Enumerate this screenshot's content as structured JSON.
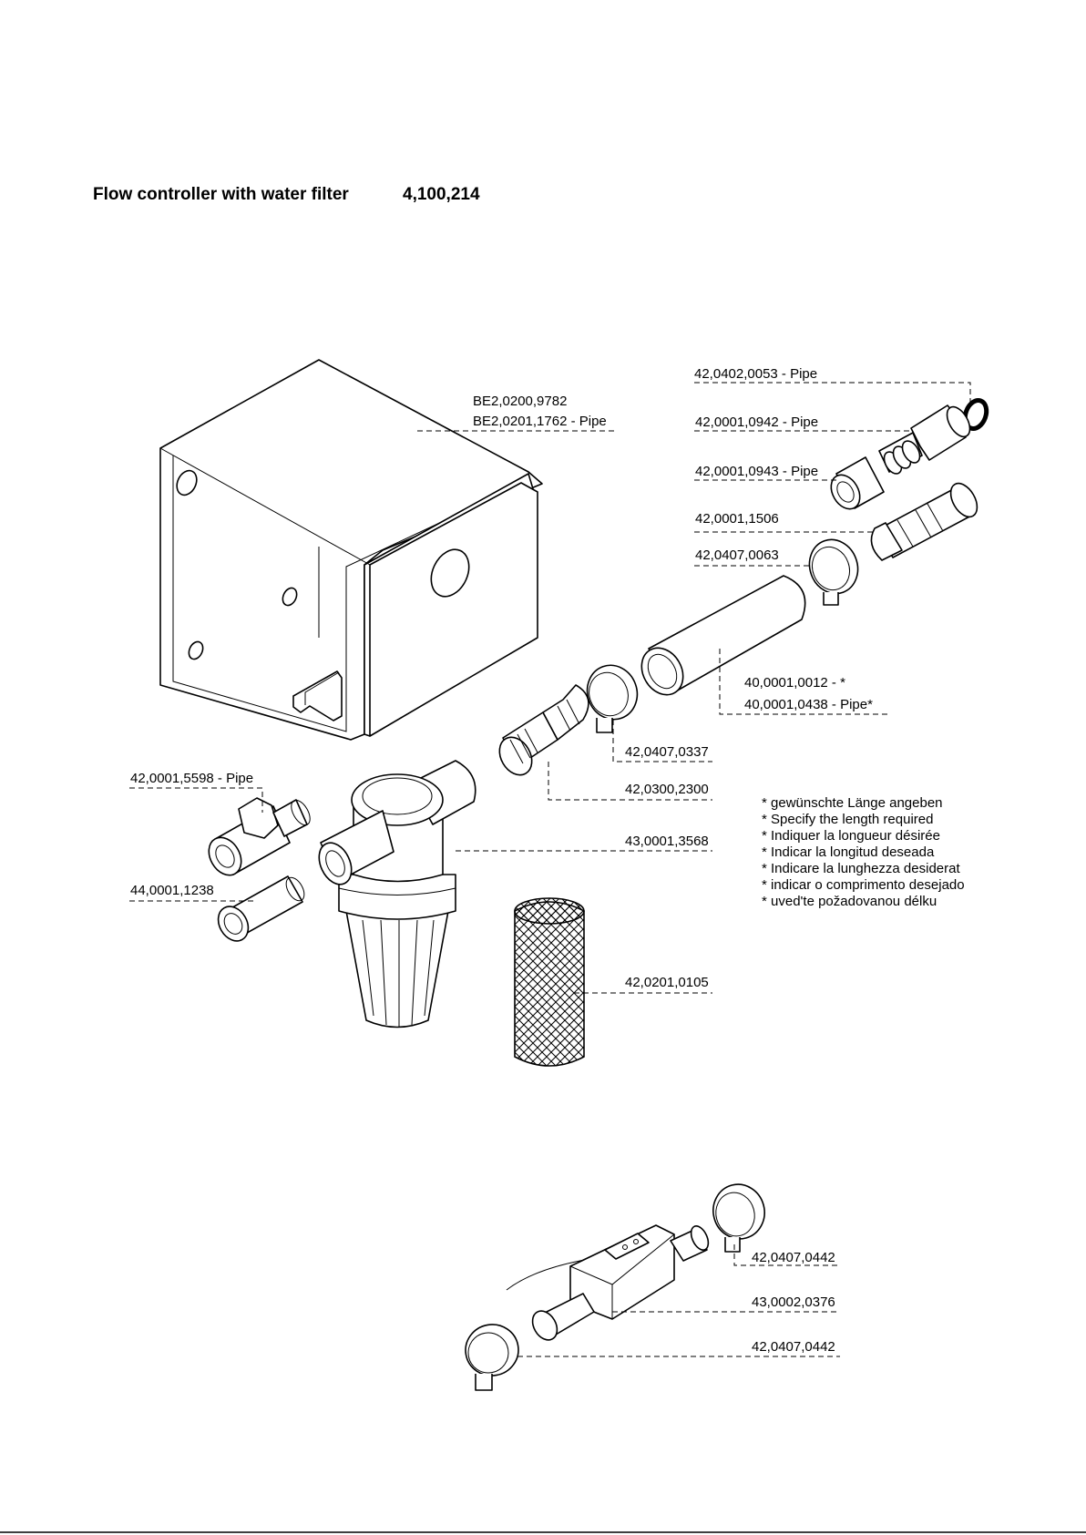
{
  "title": {
    "name": "Flow controller with water filter",
    "number": "4,100,214"
  },
  "labels": {
    "bracket_a": "BE2,0200,9782",
    "bracket_b": "BE2,0201,1762 - Pipe",
    "oring": "42,0402,0053 - Pipe",
    "nipple": "42,0001,0942 - Pipe",
    "nut": "42,0001,0943 - Pipe",
    "connector": "42,0001,1506",
    "clamp_upper": "42,0407,0063",
    "hose_a": "40,0001,0012 - *",
    "hose_b": "40,0001,0438 - Pipe*",
    "clamp_mid": "42,0407,0337",
    "fitting_mid": "42,0300,2300",
    "fitting_left": "42,0001,5598 - Pipe",
    "filter_housing": "43,0001,3568",
    "fitting_small": "44,0001,1238",
    "filter_screen": "42,0201,0105",
    "clamp_lower_top": "42,0407,0442",
    "flow_sensor": "43,0002,0376",
    "clamp_lower_bottom": "42,0407,0442"
  },
  "notes": [
    "* gewünschte Länge angeben",
    "* Specify the length required",
    "* Indiquer la longueur désirée",
    "* Indicar la longitud deseada",
    "* Indicare la lunghezza desiderat",
    "* indicar o comprimento desejado",
    "* uved'te požadovanou délku"
  ]
}
